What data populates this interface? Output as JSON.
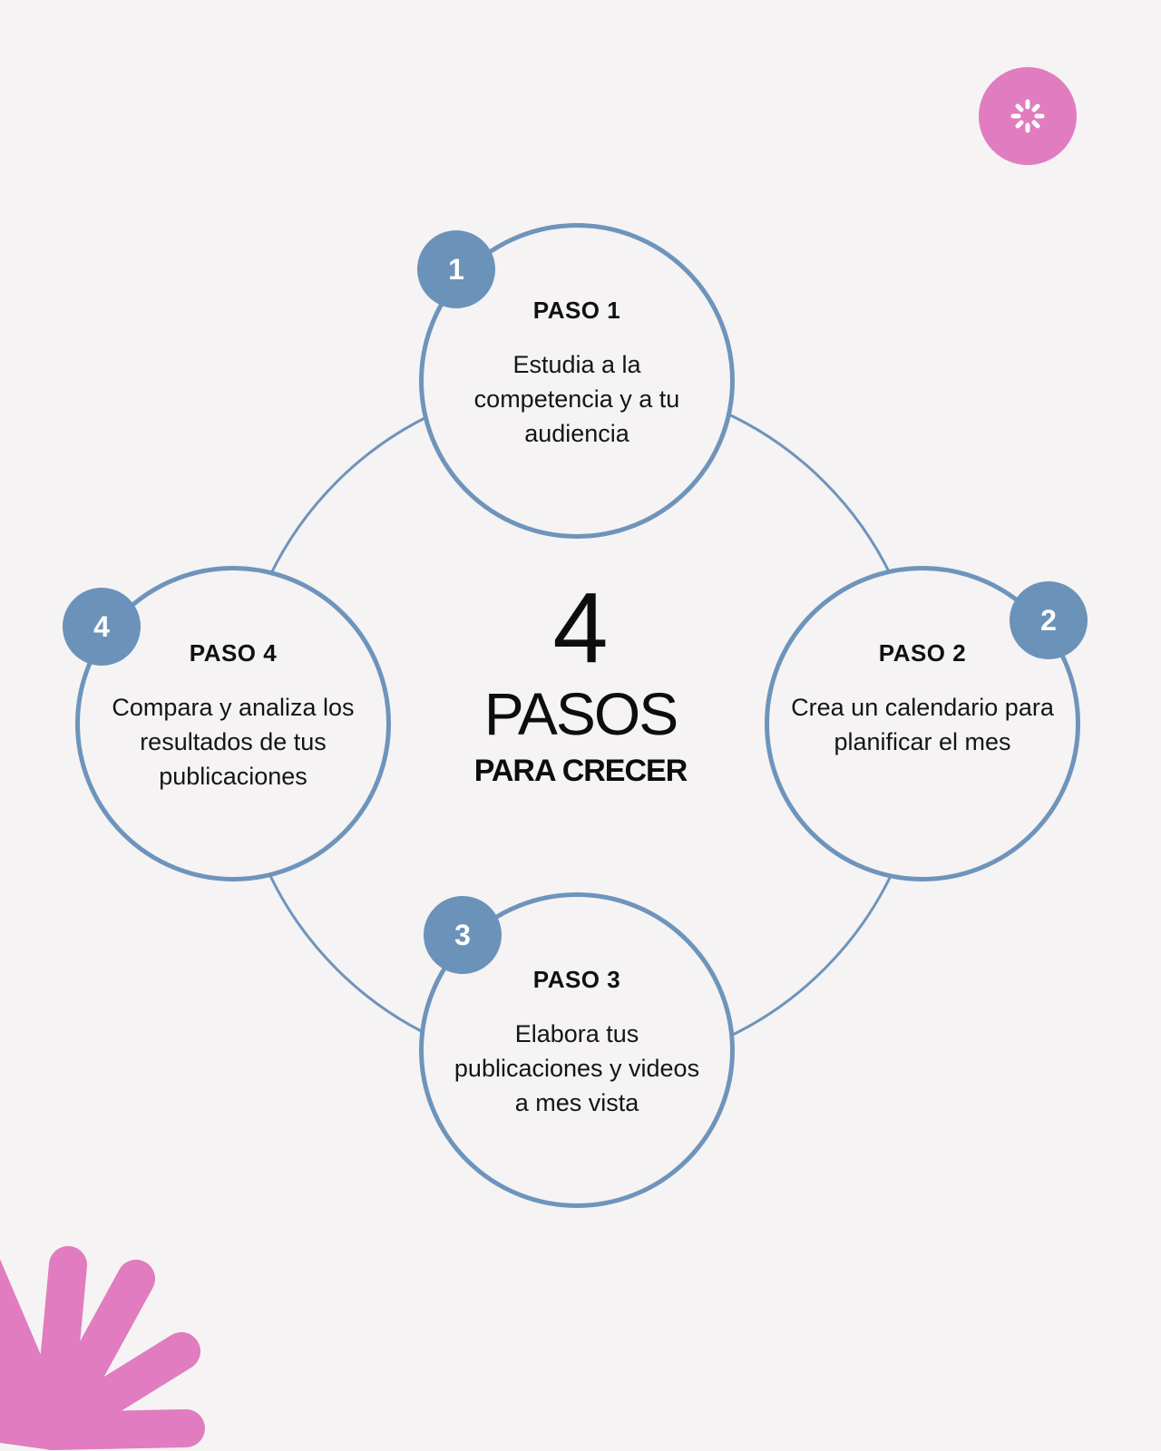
{
  "center": {
    "number": "4",
    "word": "PASOS",
    "subtitle": "PARA CRECER"
  },
  "steps": [
    {
      "badge": "1",
      "title": "PASO 1",
      "description": "Estudia a la competencia y a tu audiencia"
    },
    {
      "badge": "2",
      "title": "PASO 2",
      "description": "Crea un calendario para planificar el mes"
    },
    {
      "badge": "3",
      "title": "PASO 3",
      "description": "Elabora tus publicaciones y videos a mes vista"
    },
    {
      "badge": "4",
      "title": "PASO 4",
      "description": "Compara y analiza los resultados de tus publicaciones"
    }
  ],
  "colors": {
    "background": "#f5f3f3",
    "circle_border": "#6e94bb",
    "badge_fill": "#6b92b9",
    "accent_pink": "#e07cbf",
    "text": "#111111"
  },
  "decorations": [
    {
      "icon": "asterisk-flower-icon"
    },
    {
      "icon": "pink-starburst-icon"
    }
  ]
}
